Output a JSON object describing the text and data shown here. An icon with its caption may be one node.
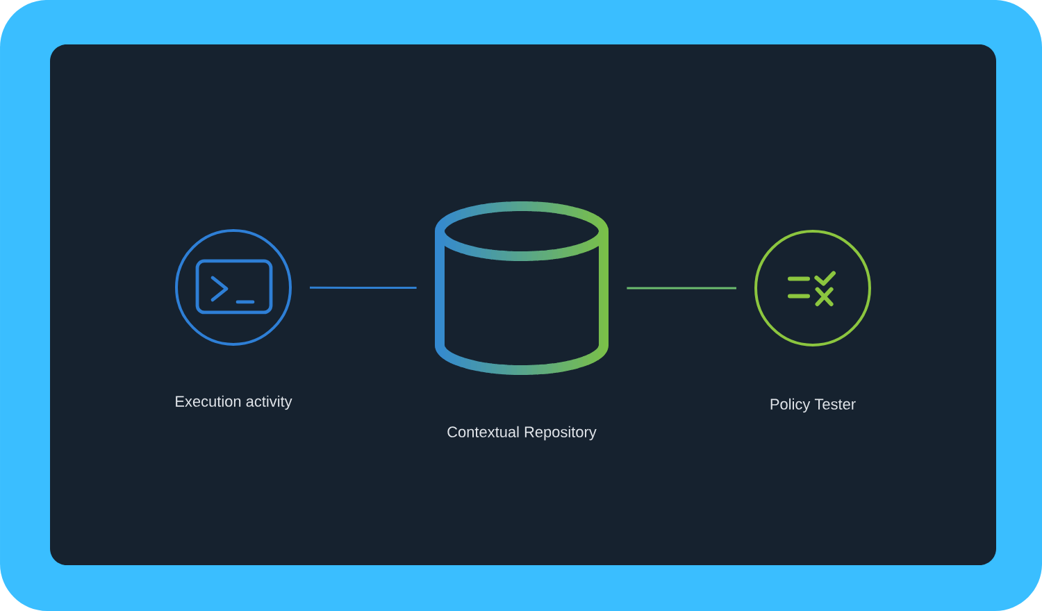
{
  "diagram": {
    "nodes": [
      {
        "text": [
          "Execution activity"
        ]
      },
      {
        "text": [
          "Contextual Repository"
        ]
      },
      {
        "text": [
          "Policy Tester"
        ]
      }
    ],
    "edges": [
      {
        "from": 0,
        "to": 1,
        "arrow": "none",
        "color": "#2f7fd0"
      },
      {
        "from": 1,
        "to": 2,
        "arrow": "none",
        "color": "#6cbc6e"
      }
    ]
  }
}
